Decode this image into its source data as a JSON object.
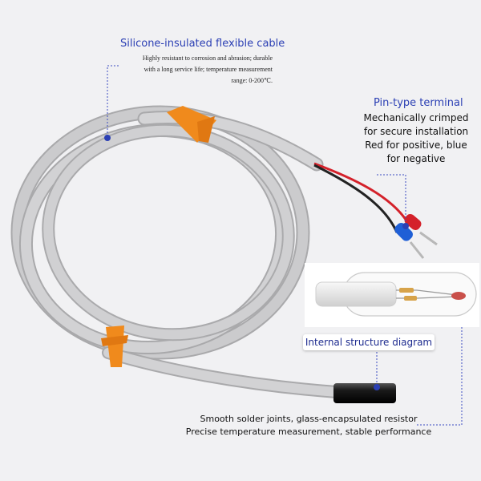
{
  "callouts": {
    "cable": {
      "title": "Silicone-insulated flexible cable",
      "lines": [
        "Highly resistant to corrosion and abrasion; durable",
        "with a long service life; temperature measurement",
        "range: 0-200℃."
      ]
    },
    "pin": {
      "title": "Pin-type terminal",
      "lines": [
        "Mechanically crimped",
        "for secure installation",
        "Red for positive, blue",
        "for negative"
      ]
    },
    "internal": {
      "title": "Internal structure diagram",
      "lines": [
        "Smooth solder joints, glass-encapsulated resistor",
        "Precise temperature measurement, stable performance"
      ]
    }
  },
  "colors": {
    "accent_blue": "#2b3fb4",
    "cable_gray": "#c9c9cb",
    "tie_orange": "#f08a1c",
    "wire_red": "#d4212a",
    "wire_blue": "#1f5fd6",
    "probe_black": "#111111"
  }
}
